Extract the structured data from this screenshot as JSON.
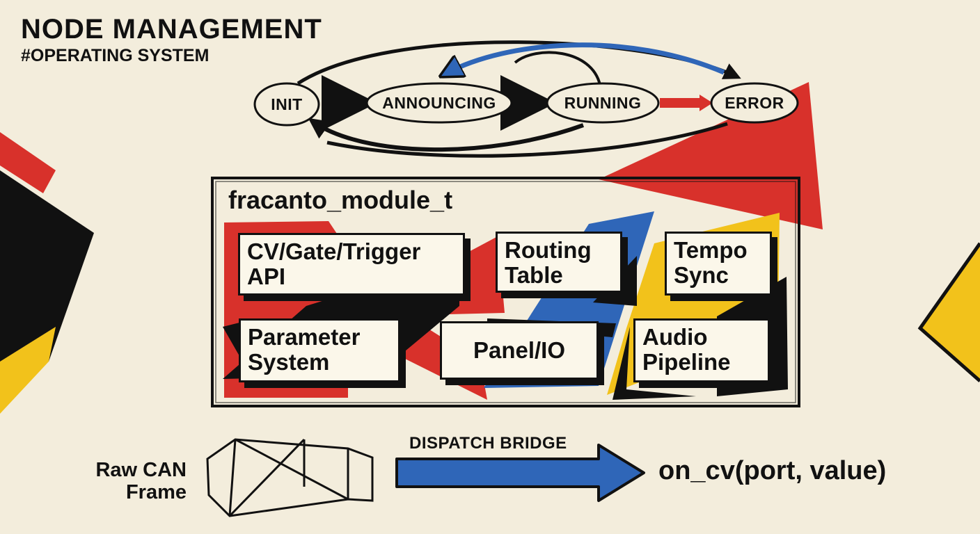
{
  "header": {
    "title": "NODE MANAGEMENT",
    "subtitle": "#OPERATING SYSTEM"
  },
  "states": [
    {
      "id": "init",
      "label": "INIT"
    },
    {
      "id": "announcing",
      "label": "ANNOUNCING"
    },
    {
      "id": "running",
      "label": "RUNNING"
    },
    {
      "id": "error",
      "label": "ERROR"
    }
  ],
  "module": {
    "name": "fracanto_module_t",
    "components": [
      {
        "id": "cv",
        "label": "CV/Gate/Trigger\nAPI"
      },
      {
        "id": "routing",
        "label": "Routing\nTable"
      },
      {
        "id": "tempo",
        "label": "Tempo\nSync"
      },
      {
        "id": "param",
        "label": "Parameter\nSystem"
      },
      {
        "id": "panel",
        "label": "Panel/IO"
      },
      {
        "id": "audio",
        "label": "Audio\nPipeline"
      }
    ]
  },
  "dispatch": {
    "label": "DISPATCH BRIDGE",
    "input_label": "Raw CAN\nFrame",
    "output_label": "on_cv(port, value)"
  },
  "colors": {
    "paper": "#f3eddc",
    "ink": "#111111",
    "red": "#d8312b",
    "blue": "#2f66b8",
    "yellow": "#f2c21b"
  }
}
